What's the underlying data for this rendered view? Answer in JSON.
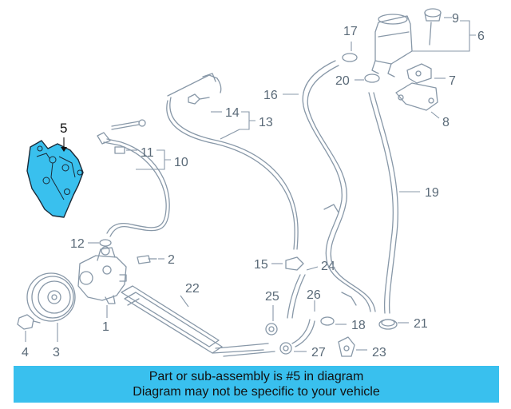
{
  "colors": {
    "highlight": "#39c0ee",
    "line": "#8898a8",
    "label": "#5a6a78",
    "banner": "#39c0ee"
  },
  "diagram": {
    "labels": {
      "n1": "1",
      "n2": "2",
      "n3": "3",
      "n4": "4",
      "n5": "5",
      "n6": "6",
      "n7": "7",
      "n8": "8",
      "n9": "9",
      "n10": "10",
      "n11": "11",
      "n12": "12",
      "n13": "13",
      "n14": "14",
      "n15": "15",
      "n16": "16",
      "n17": "17",
      "n18": "18",
      "n19": "19",
      "n20": "20",
      "n21": "21",
      "n22": "22",
      "n23": "23",
      "n24": "24",
      "n25": "25",
      "n26": "26",
      "n27": "27"
    }
  },
  "banner": {
    "line1": "Part or sub-assembly is #5 in diagram",
    "line2": "Diagram may not be specific to your vehicle"
  }
}
